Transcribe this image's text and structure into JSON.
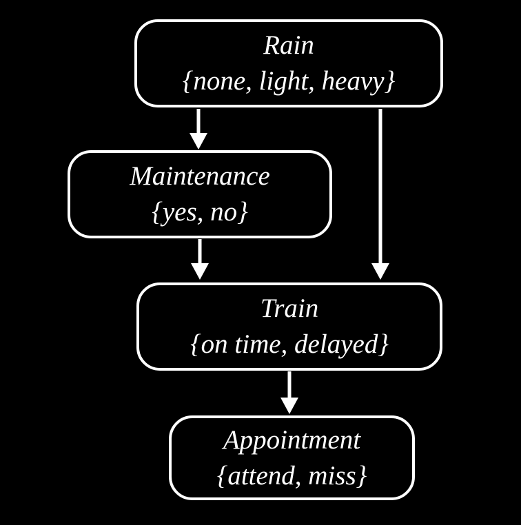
{
  "diagram": {
    "kind": "bayesian-network",
    "colors": {
      "background": "#000000",
      "node_border": "#ffffff",
      "node_fill": "#000000",
      "text": "#ffffff",
      "arrow": "#ffffff"
    },
    "nodes": [
      {
        "id": "rain",
        "label": "Rain",
        "domain": "{none, light, heavy}"
      },
      {
        "id": "maintenance",
        "label": "Maintenance",
        "domain": "{yes, no}"
      },
      {
        "id": "train",
        "label": "Train",
        "domain": "{on time, delayed}"
      },
      {
        "id": "appointment",
        "label": "Appointment",
        "domain": "{attend, miss}"
      }
    ],
    "edges": [
      {
        "from": "rain",
        "to": "maintenance"
      },
      {
        "from": "rain",
        "to": "train"
      },
      {
        "from": "maintenance",
        "to": "train"
      },
      {
        "from": "train",
        "to": "appointment"
      }
    ]
  }
}
